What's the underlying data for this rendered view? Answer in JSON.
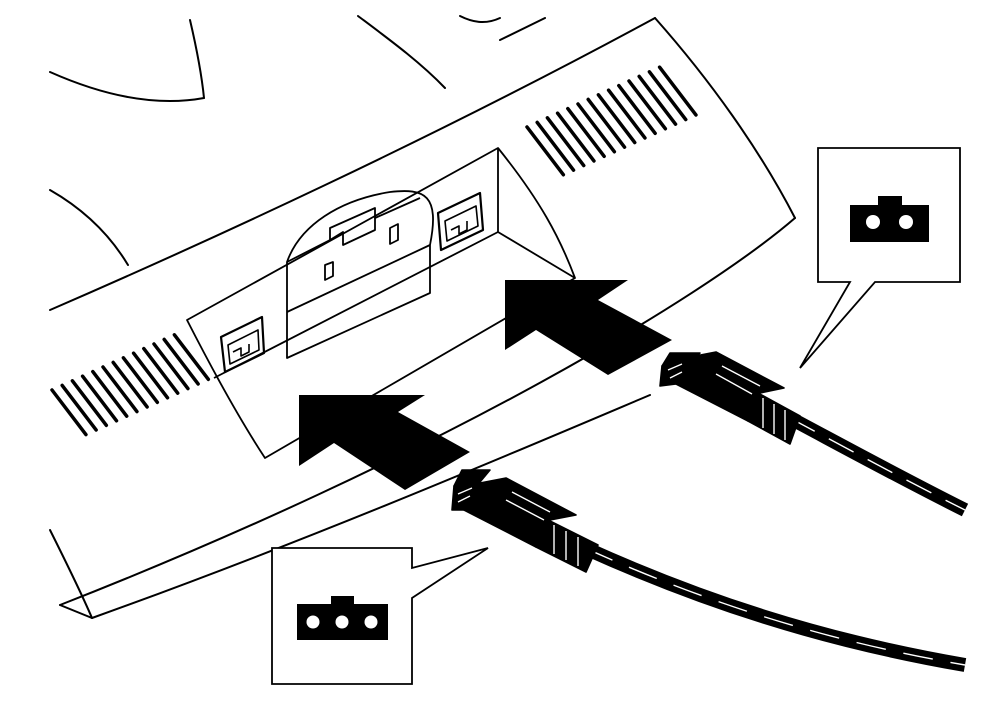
{
  "illustration": {
    "subject": "printer-rear-cable-connection",
    "colors": {
      "ink": "#000000",
      "paper": "#ffffff"
    }
  },
  "connectors": [
    {
      "id": "two-pin",
      "pins": 2
    },
    {
      "id": "three-pin",
      "pins": 3
    }
  ],
  "arrows": [
    {
      "id": "upper-insert-arrow",
      "direction": "up-left"
    },
    {
      "id": "lower-insert-arrow",
      "direction": "up-left"
    }
  ]
}
